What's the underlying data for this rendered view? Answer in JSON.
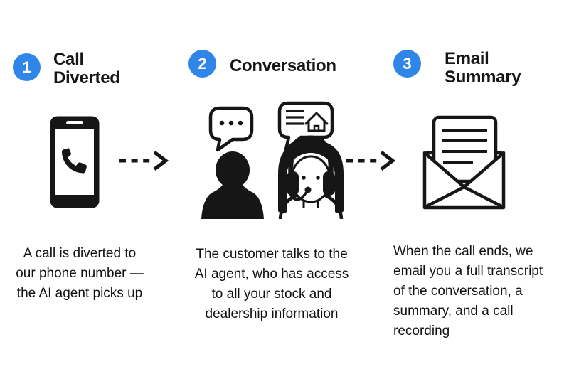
{
  "colors": {
    "accent_blue": "#2f86e8",
    "ink": "#161616",
    "background": "#ffffff"
  },
  "steps": [
    {
      "number": "1",
      "title": "Call\nDiverted",
      "icon": "smartphone-call-icon",
      "description": "A call is diverted to\nour phone number —\nthe AI agent picks up"
    },
    {
      "number": "2",
      "title": "Conversation",
      "icon": "customer-and-ai-agent-chat-icon",
      "description": "The customer talks to the\nAI agent, who has access\nto all your stock and\ndealership information"
    },
    {
      "number": "3",
      "title": "Email\nSummary",
      "icon": "open-envelope-transcript-icon",
      "description": "When the call ends, we\nemail you a full transcript\nof the conversation, a\nsummary, and a call\nrecording"
    }
  ],
  "connectors": [
    {
      "type": "dashed-arrow",
      "from": "step-1",
      "to": "step-2"
    },
    {
      "type": "dashed-arrow",
      "from": "step-2",
      "to": "step-3"
    }
  ]
}
